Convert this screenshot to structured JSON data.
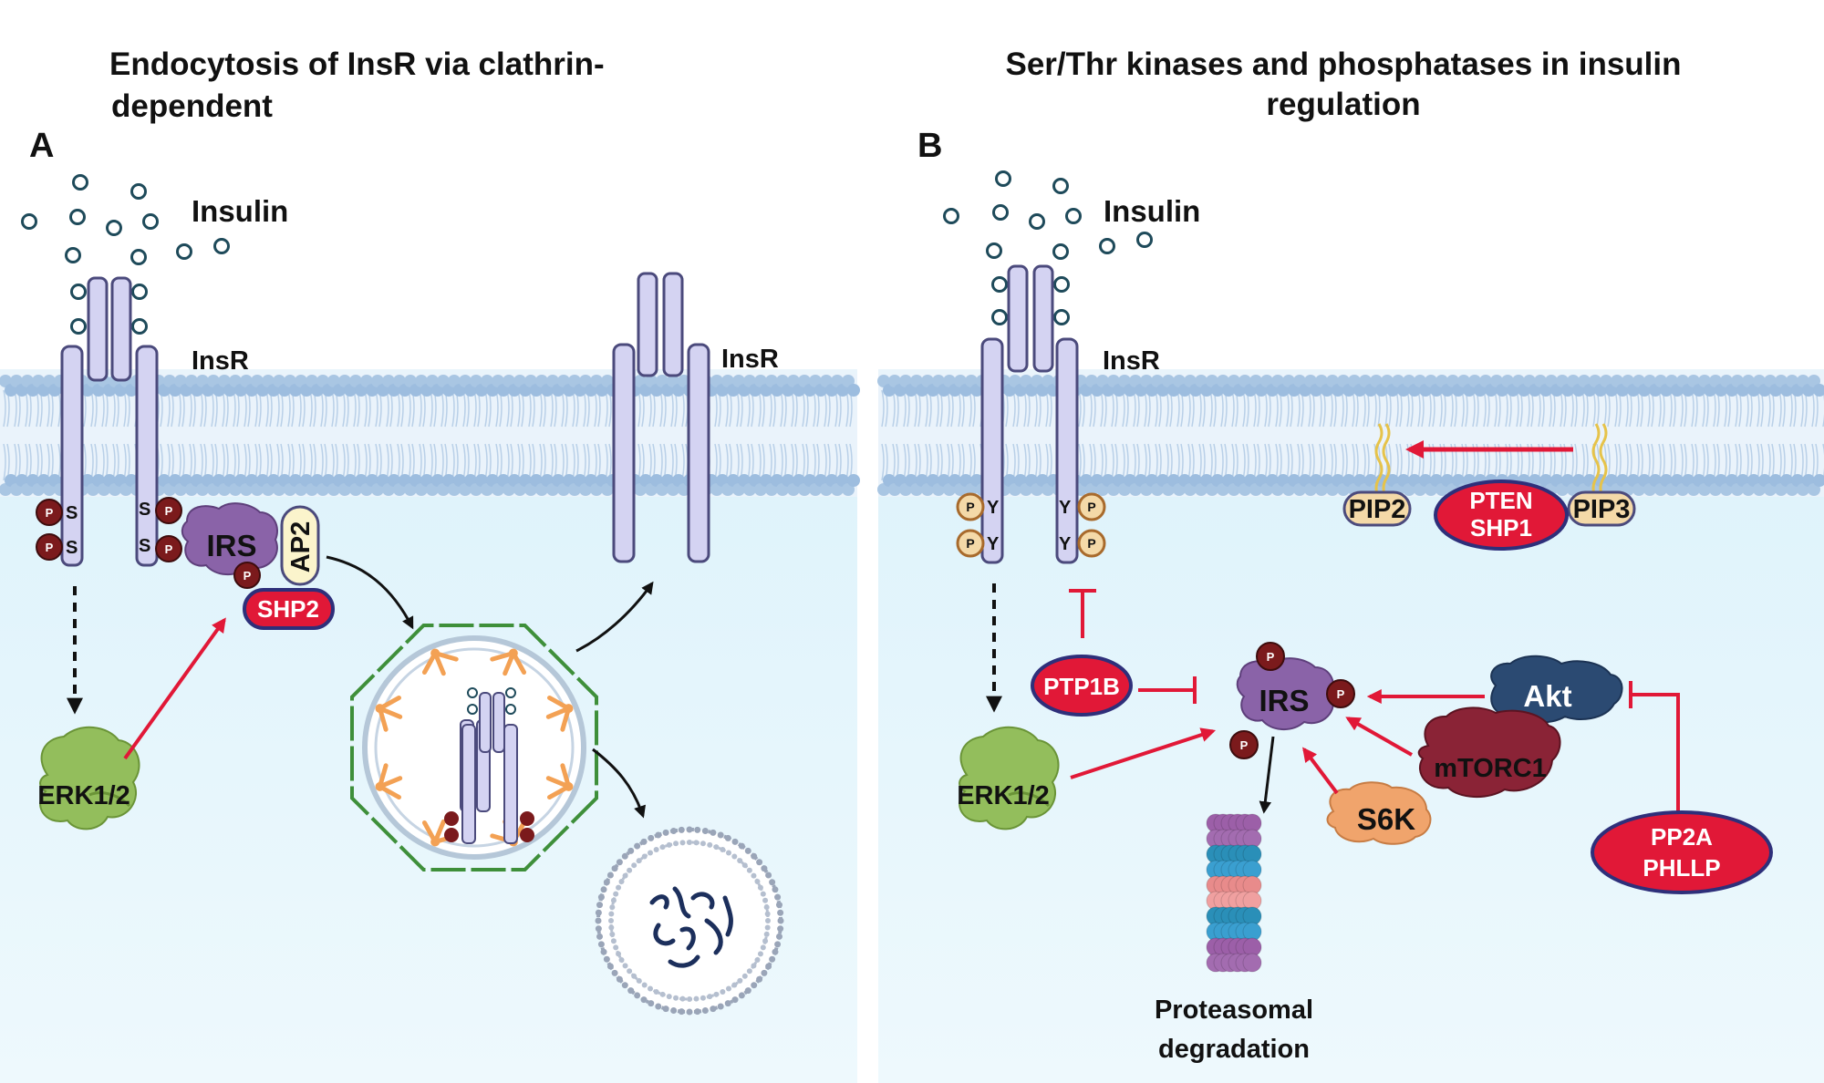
{
  "panel_a": {
    "title_line1": "Endocytosis of InsR via clathrin-",
    "title_line2": "dependent",
    "letter": "A",
    "insulin_label": "Insulin",
    "insr_label_1": "InsR",
    "insr_label_2": "InsR",
    "irs_label": "IRS",
    "ap2_label": "AP2",
    "shp2_label": "SHP2",
    "erk_label": "ERK1/2",
    "p": "P",
    "s": "S"
  },
  "panel_b": {
    "title_line1": "Ser/Thr kinases and phosphatases in insulin",
    "title_line2": "regulation",
    "letter": "B",
    "insulin_label": "Insulin",
    "insr_label": "InsR",
    "pip2_label": "PIP2",
    "pip3_label": "PIP3",
    "pten_line1": "PTEN",
    "pten_line2": "SHP1",
    "ptp1b_label": "PTP1B",
    "irs_label": "IRS",
    "akt_label": "Akt",
    "mtorc1_label": "mTORC1",
    "s6k_label": "S6K",
    "erk_label": "ERK1/2",
    "pp2a_line1": "PP2A",
    "pp2a_line2": "PHLLP",
    "proteasome_line1": "Proteasomal",
    "proteasome_line2": "degradation",
    "p": "P",
    "y": "Y"
  },
  "colors": {
    "membrane_head": "#a9c6e3",
    "cytoplasm": "#e7f6fc",
    "receptor_fill": "#d4d3f2",
    "receptor_stroke": "#4b4a7c",
    "inhibitor_red": "#e11837",
    "arrow_black": "#111111",
    "phospho_dark": "#7b1a1c",
    "phospho_light": "#f4d9a8",
    "irs_purple": "#8a63a8",
    "erk_green": "#93be5c",
    "akt_navy": "#2b4a72",
    "mtorc1_maroon": "#8a2336",
    "s6k_orange": "#f0a46c",
    "clathrin_green": "#3e8f3a"
  }
}
